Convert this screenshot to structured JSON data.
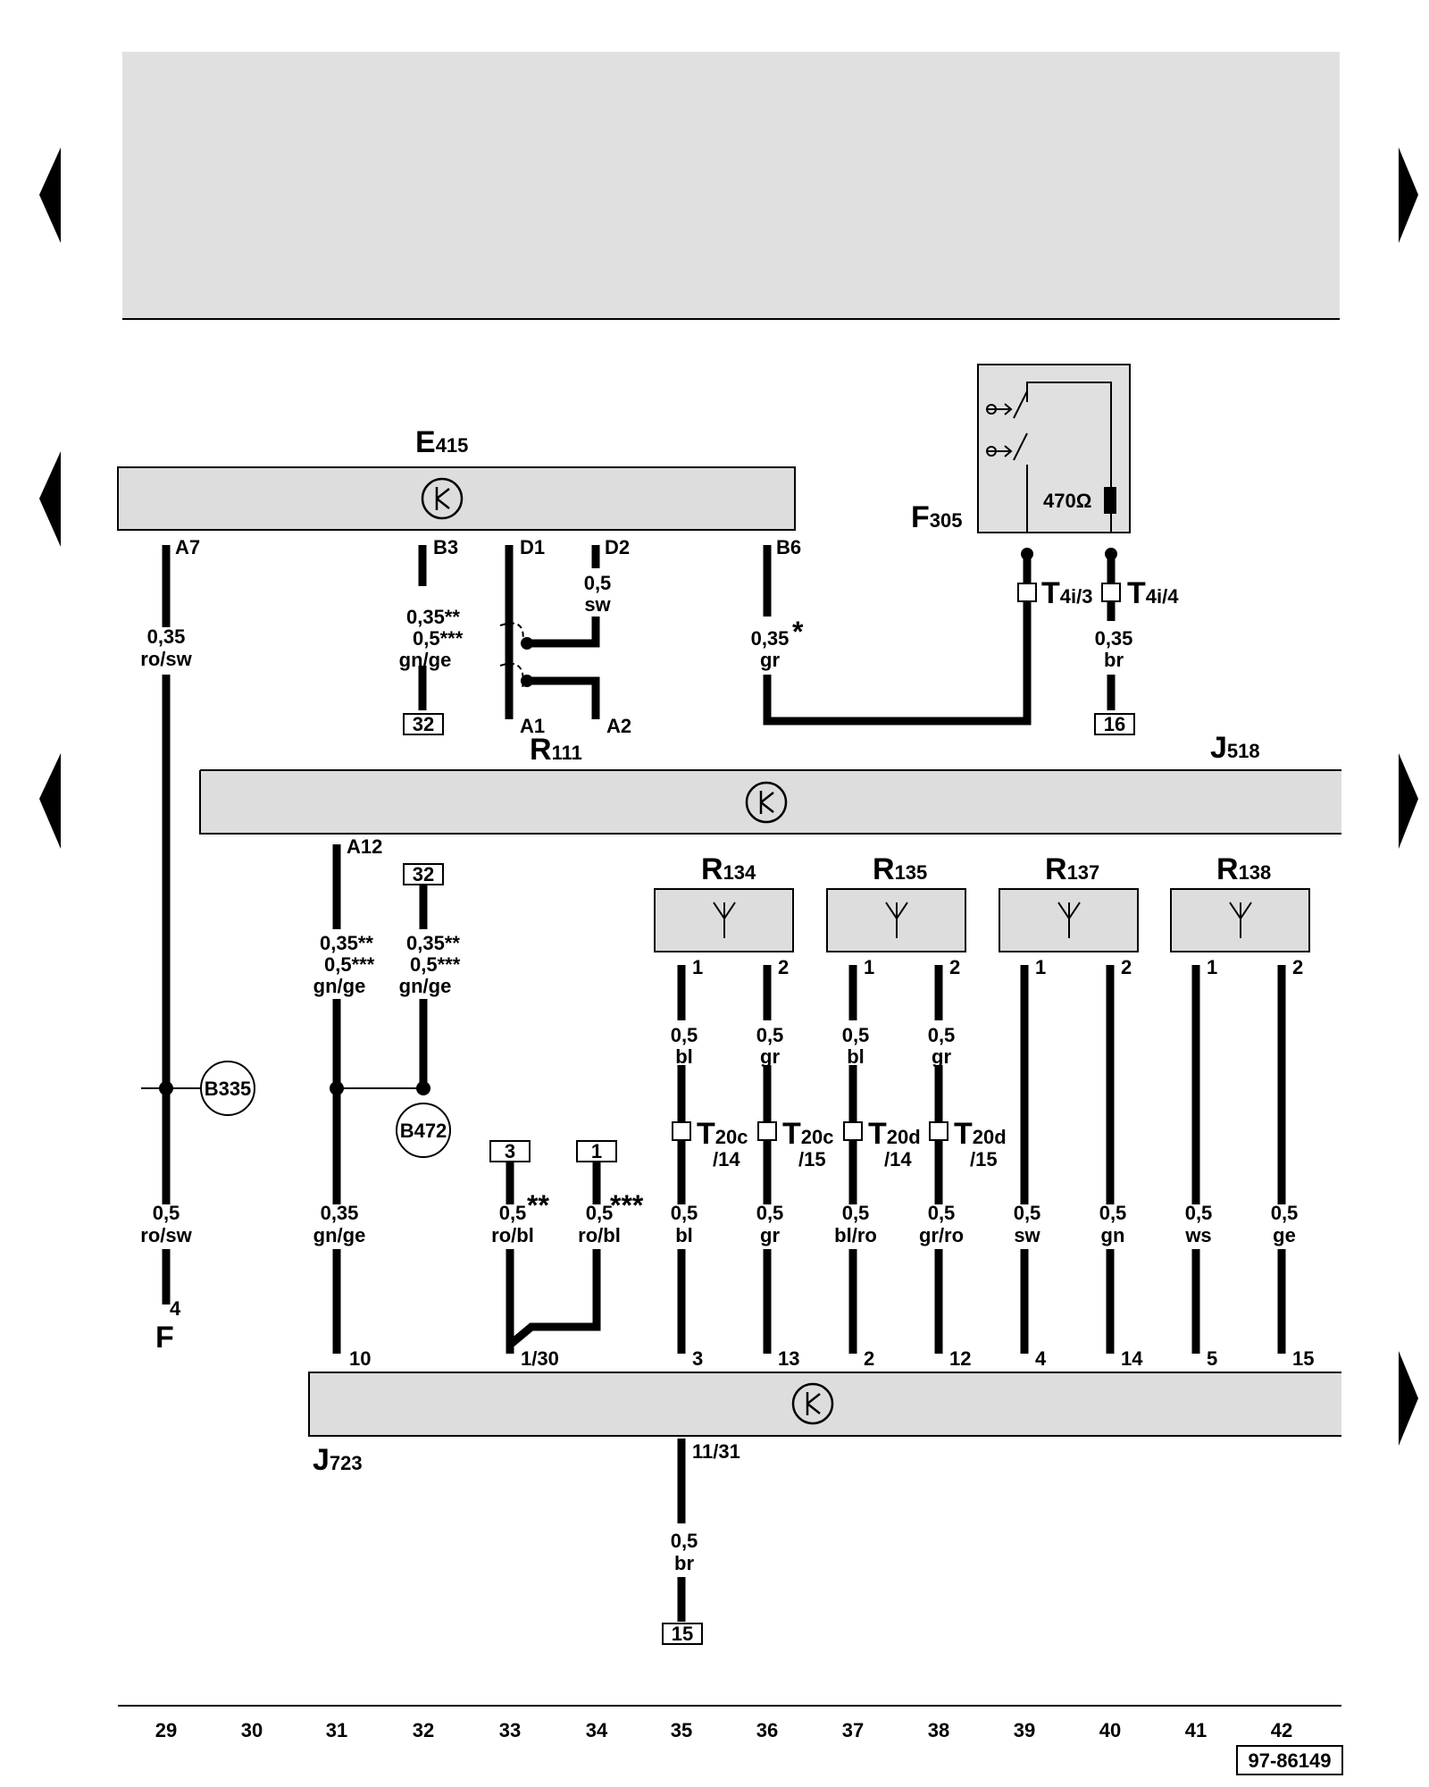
{
  "components": {
    "E415": {
      "letter": "E",
      "number": "415"
    },
    "F305": {
      "letter": "F",
      "number": "305"
    },
    "R111": {
      "letter": "R",
      "number": "111"
    },
    "J518": {
      "letter": "J",
      "number": "518"
    },
    "J723": {
      "letter": "J",
      "number": "723"
    },
    "R134": {
      "letter": "R",
      "number": "134"
    },
    "R135": {
      "letter": "R",
      "number": "135"
    },
    "R137": {
      "letter": "R",
      "number": "137"
    },
    "R138": {
      "letter": "R",
      "number": "138"
    },
    "F_ref": "F",
    "F_pin": "4",
    "resistor": "470Ω"
  },
  "connectors": [
    {
      "letter": "T",
      "code": "4i/3",
      "suffix": ""
    },
    {
      "letter": "T",
      "code": "4i/4",
      "suffix": ""
    },
    {
      "letter": "T",
      "code": "20c",
      "suffix": "/14"
    },
    {
      "letter": "T",
      "code": "20c",
      "suffix": "/15"
    },
    {
      "letter": "T",
      "code": "20d",
      "suffix": "/14"
    },
    {
      "letter": "T",
      "code": "20d",
      "suffix": "/15"
    }
  ],
  "pins": {
    "e415": [
      "A7",
      "B3",
      "D1",
      "D2",
      "B6"
    ],
    "r111": [
      "A1",
      "A2"
    ],
    "j518": [
      "A12"
    ],
    "antennas": [
      "1",
      "2",
      "1",
      "2",
      "1",
      "2",
      "1",
      "2"
    ],
    "j723_top": [
      "10",
      "1/30",
      "3",
      "13",
      "2",
      "12",
      "4",
      "14",
      "5",
      "15"
    ],
    "j723_bottom": [
      "11/31"
    ]
  },
  "wires": [
    {
      "size": "0,35",
      "color": "ro/sw"
    },
    {
      "size": "0,35**",
      "size2": "0,5***",
      "color": "gn/ge"
    },
    {
      "size": "0,5",
      "color": "sw"
    },
    {
      "size": "0,35",
      "color": "gr",
      "mark": "*"
    },
    {
      "size": "0,35",
      "color": "br"
    },
    {
      "size": "0,35**",
      "size2": "0,5***",
      "color": "gn/ge"
    },
    {
      "size": "0,35**",
      "size2": "0,5***",
      "color": "gn/ge"
    },
    {
      "size": "0,5",
      "color": "bl"
    },
    {
      "size": "0,5",
      "color": "gr"
    },
    {
      "size": "0,5",
      "color": "bl"
    },
    {
      "size": "0,5",
      "color": "gr"
    },
    {
      "size": "0,5",
      "color": "ro/sw"
    },
    {
      "size": "0,35",
      "color": "gn/ge"
    },
    {
      "size": "0,5",
      "color": "ro/bl",
      "mark": "**"
    },
    {
      "size": "0,5",
      "color": "ro/bl",
      "mark": "***"
    },
    {
      "size": "0,5",
      "color": "bl"
    },
    {
      "size": "0,5",
      "color": "gr"
    },
    {
      "size": "0,5",
      "color": "bl/ro"
    },
    {
      "size": "0,5",
      "color": "gr/ro"
    },
    {
      "size": "0,5",
      "color": "sw"
    },
    {
      "size": "0,5",
      "color": "gn"
    },
    {
      "size": "0,5",
      "color": "ws"
    },
    {
      "size": "0,5",
      "color": "ge"
    },
    {
      "size": "0,5",
      "color": "br"
    }
  ],
  "refs": [
    "32",
    "16",
    "32",
    "3",
    "1",
    "15"
  ],
  "grounds": [
    "B335",
    "B472"
  ],
  "column_numbers": [
    "29",
    "30",
    "31",
    "32",
    "33",
    "34",
    "35",
    "36",
    "37",
    "38",
    "39",
    "40",
    "41",
    "42"
  ],
  "diagram_id": "97-86149",
  "colors": {
    "box_fill": "#dddddd",
    "header_fill": "#e0e0e0",
    "wire": "#000000"
  }
}
